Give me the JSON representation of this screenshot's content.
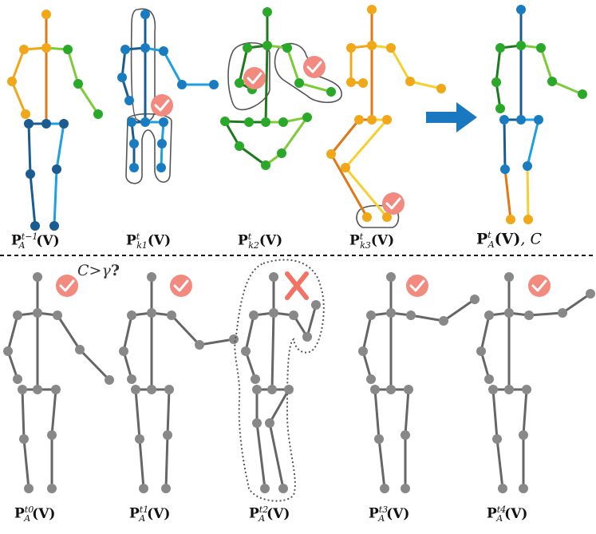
{
  "labels": {
    "top": [
      {
        "base": "P",
        "sup": "t−1",
        "sub": "A",
        "arg": "(V)"
      },
      {
        "base": "P",
        "sup": "t",
        "sub": "k1",
        "arg": "(V)"
      },
      {
        "base": "P",
        "sup": "t",
        "sub": "k2",
        "arg": "(V)"
      },
      {
        "base": "P",
        "sup": "t",
        "sub": "k3",
        "arg": "(V)"
      },
      {
        "base": "P",
        "sup": "t",
        "sub": "A",
        "arg": "(V)",
        "suffix": ", C"
      }
    ],
    "bottom": [
      {
        "base": "P",
        "sup": "t0",
        "sub": "A",
        "arg": "(V)"
      },
      {
        "base": "P",
        "sup": "t1",
        "sub": "A",
        "arg": "(V)"
      },
      {
        "base": "P",
        "sup": "t2",
        "sub": "A",
        "arg": "(V)"
      },
      {
        "base": "P",
        "sup": "t3",
        "sub": "A",
        "arg": "(V)"
      },
      {
        "base": "P",
        "sup": "t4",
        "sub": "A",
        "arg": "(V)"
      }
    ]
  },
  "condition": {
    "text": "C>γ",
    "mark": "?"
  },
  "colors": {
    "orange": "#f0a818",
    "dark_orange": "#e07818",
    "dark_blue": "#1a5c90",
    "light_blue": "#1ea0e0",
    "mid_blue": "#1a7cc0",
    "green": "#2aa82a",
    "light_green": "#7ccc38",
    "dark_green": "#1e7a1e",
    "yellow": "#f5d030",
    "gray": "#888888",
    "gray_line": "#666666",
    "badge": "#f28a80",
    "arrow": "#1a78c0"
  },
  "icons": [
    "check-badge-icon",
    "cross-mark-icon",
    "right-arrow-icon"
  ]
}
